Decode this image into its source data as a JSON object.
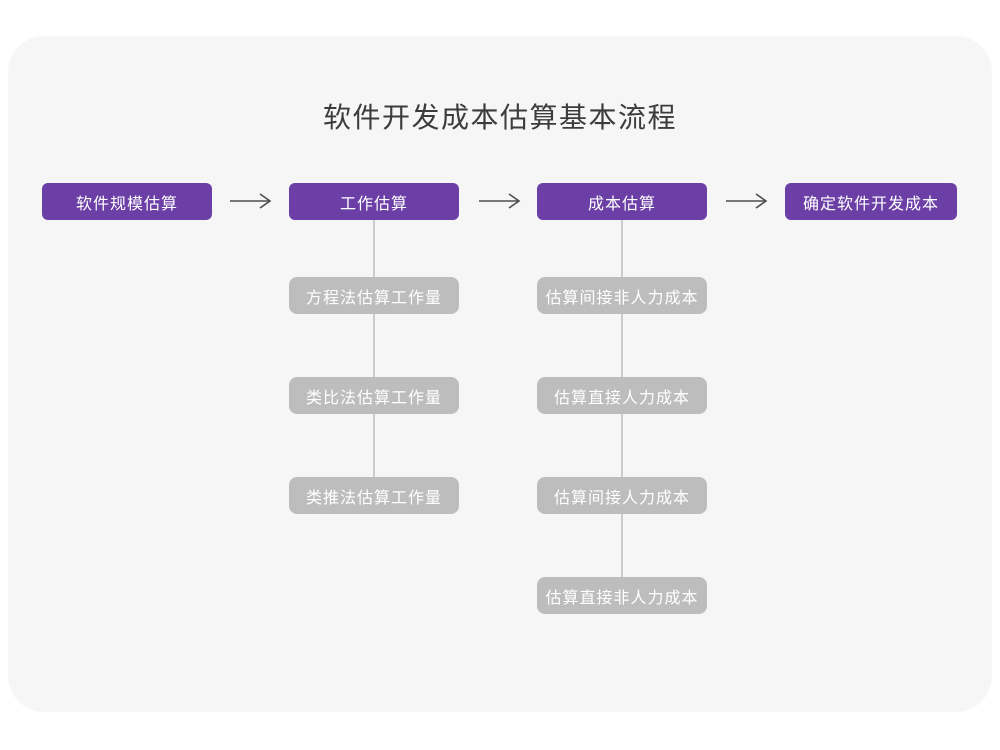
{
  "title": "软件开发成本估算基本流程",
  "colors": {
    "page_background": "#ffffff",
    "card_background": "#f6f6f7",
    "stage_purple": "#6b3fa5",
    "substep_gray": "#bdbdbd",
    "connector_line": "#cccccc",
    "arrow": "#4d4d4d",
    "title_text": "#3c3c3c",
    "node_text": "#ffffff"
  },
  "icons": {
    "flow_arrow": "→"
  },
  "flow": {
    "stages": [
      {
        "label": "软件规模估算",
        "substeps": []
      },
      {
        "label": "工作估算",
        "substeps": [
          "方程法估算工作量",
          "类比法估算工作量",
          "类推法估算工作量"
        ]
      },
      {
        "label": "成本估算",
        "substeps": [
          "估算间接非人力成本",
          "估算直接人力成本",
          "估算间接人力成本",
          "估算直接非人力成本"
        ]
      },
      {
        "label": "确定软件开发成本",
        "substeps": []
      }
    ]
  }
}
